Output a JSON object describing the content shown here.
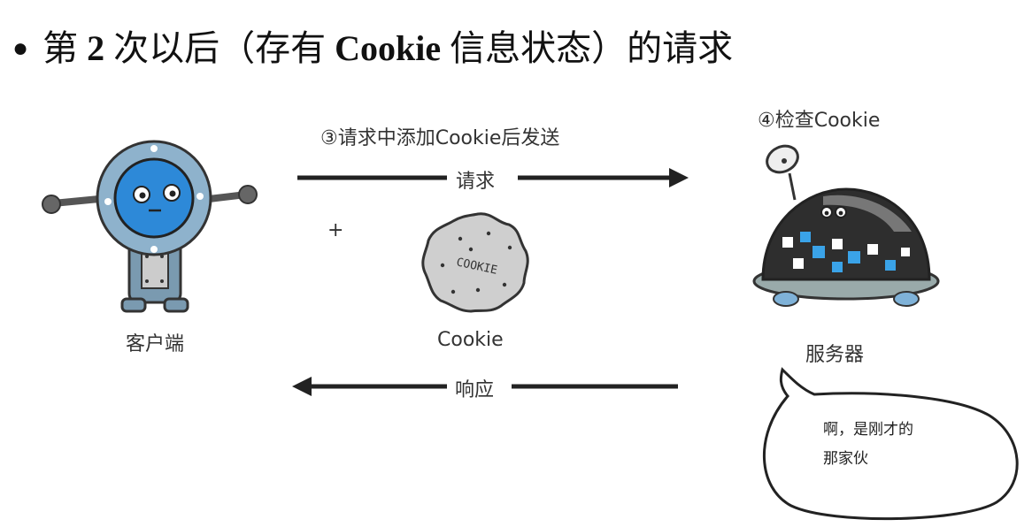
{
  "heading": {
    "prefix": "第",
    "num": "2",
    "mid": "次以后（存有",
    "bold": "Cookie",
    "suffix": "信息状态）的请求"
  },
  "client": {
    "label": "客户端"
  },
  "server": {
    "label": "服务器",
    "step": "④检查Cookie"
  },
  "request": {
    "step": "③请求中添加Cookie后发送",
    "label": "请求"
  },
  "plus": "+",
  "cookie": {
    "label": "Cookie",
    "badge": "COOKIE"
  },
  "response": {
    "label": "响应"
  },
  "bubble": {
    "line1": "啊，是刚才的",
    "line2": "那家伙"
  }
}
